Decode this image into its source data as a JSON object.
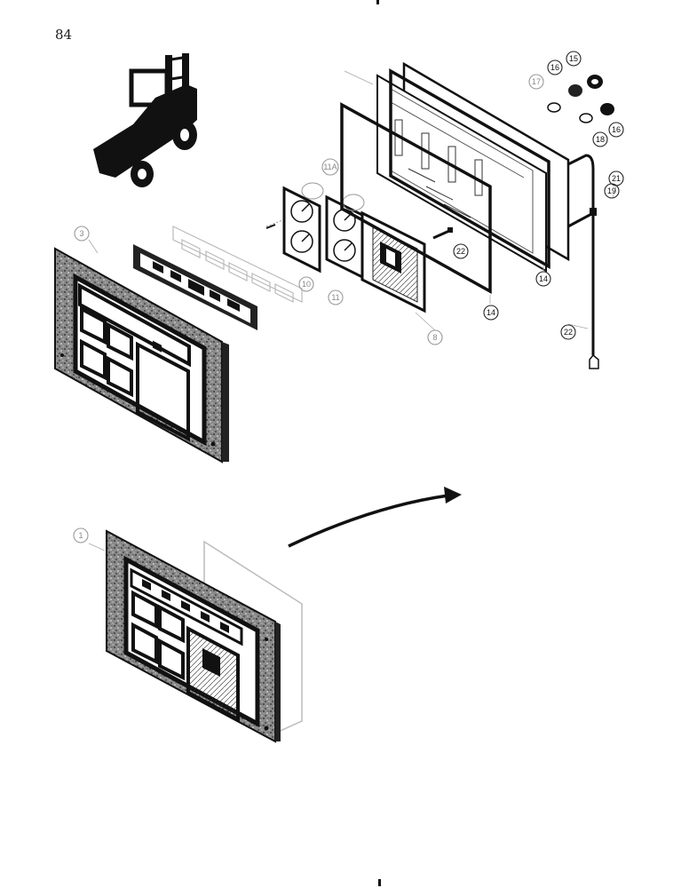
{
  "page": {
    "number": "84"
  },
  "callouts": {
    "c1": "1",
    "c3": "3",
    "c8": "8",
    "c10": "10",
    "c11": "11",
    "c11a": "11A",
    "c14a": "14",
    "c14b": "14",
    "c15": "15",
    "c16a": "16",
    "c16b": "16",
    "c17": "17",
    "c18": "18",
    "c19": "19",
    "c21": "21",
    "c22a": "22",
    "c22b": "22"
  },
  "colors": {
    "ink": "#111111",
    "speckle": "#6b6b6b",
    "paper": "#ffffff"
  }
}
